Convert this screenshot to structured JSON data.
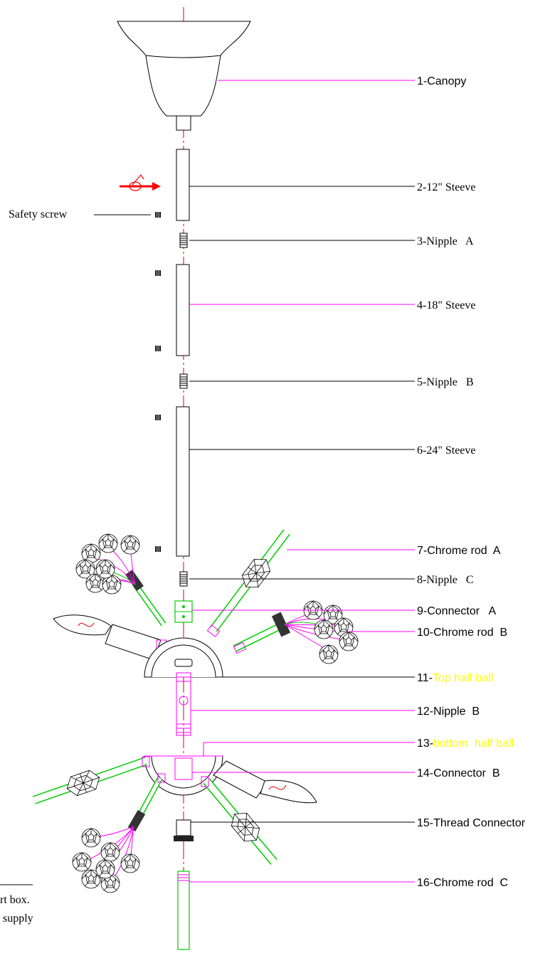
{
  "colors": {
    "axis": "#e00000",
    "leader_black": "#000000",
    "leader_magenta": "#ff00ff",
    "chrome_rod": "#00cc00",
    "highlight_text": "#ffff00",
    "rotation_arrow": "#ff0000"
  },
  "side_labels": {
    "safety_screw": "Safety screw",
    "note_line_1": "rt box.",
    "note_line_2": "supply"
  },
  "parts": [
    {
      "prefix": "1-Canopy",
      "highlight": "",
      "font": "sans",
      "leader_color": "magenta"
    },
    {
      "prefix": "2-12\" Steeve",
      "highlight": "",
      "font": "serif",
      "leader_color": "black"
    },
    {
      "prefix": "3-Nipple   A",
      "highlight": "",
      "font": "serif",
      "leader_color": "black"
    },
    {
      "prefix": "4-18\" Steeve",
      "highlight": "",
      "font": "serif",
      "leader_color": "magenta"
    },
    {
      "prefix": "5-Nipple   B",
      "highlight": "",
      "font": "serif",
      "leader_color": "black"
    },
    {
      "prefix": "6-24\" Steeve",
      "highlight": "",
      "font": "serif",
      "leader_color": "black"
    },
    {
      "prefix": "7-Chrome rod  A",
      "highlight": "",
      "font": "sans",
      "leader_color": "magenta"
    },
    {
      "prefix": "8-Nipple   C",
      "highlight": "",
      "font": "serif",
      "leader_color": "black"
    },
    {
      "prefix": "9-Connector   A",
      "highlight": "",
      "font": "sans",
      "leader_color": "magenta"
    },
    {
      "prefix": "10-Chrome rod  B",
      "highlight": "",
      "font": "sans",
      "leader_color": "magenta"
    },
    {
      "prefix": "11-",
      "highlight": "Top half ball",
      "font": "sans",
      "leader_color": "black"
    },
    {
      "prefix": "12-Nipple  B",
      "highlight": "",
      "font": "sans",
      "leader_color": "magenta"
    },
    {
      "prefix": "13-",
      "highlight": "bottom  half ball",
      "font": "sans",
      "leader_color": "magenta"
    },
    {
      "prefix": "14-Connector  B",
      "highlight": "",
      "font": "sans",
      "leader_color": "magenta"
    },
    {
      "prefix": "15-Thread Connector",
      "highlight": "",
      "font": "sans",
      "leader_color": "black"
    },
    {
      "prefix": "16-Chrome rod  C",
      "highlight": "",
      "font": "sans",
      "leader_color": "magenta"
    }
  ]
}
